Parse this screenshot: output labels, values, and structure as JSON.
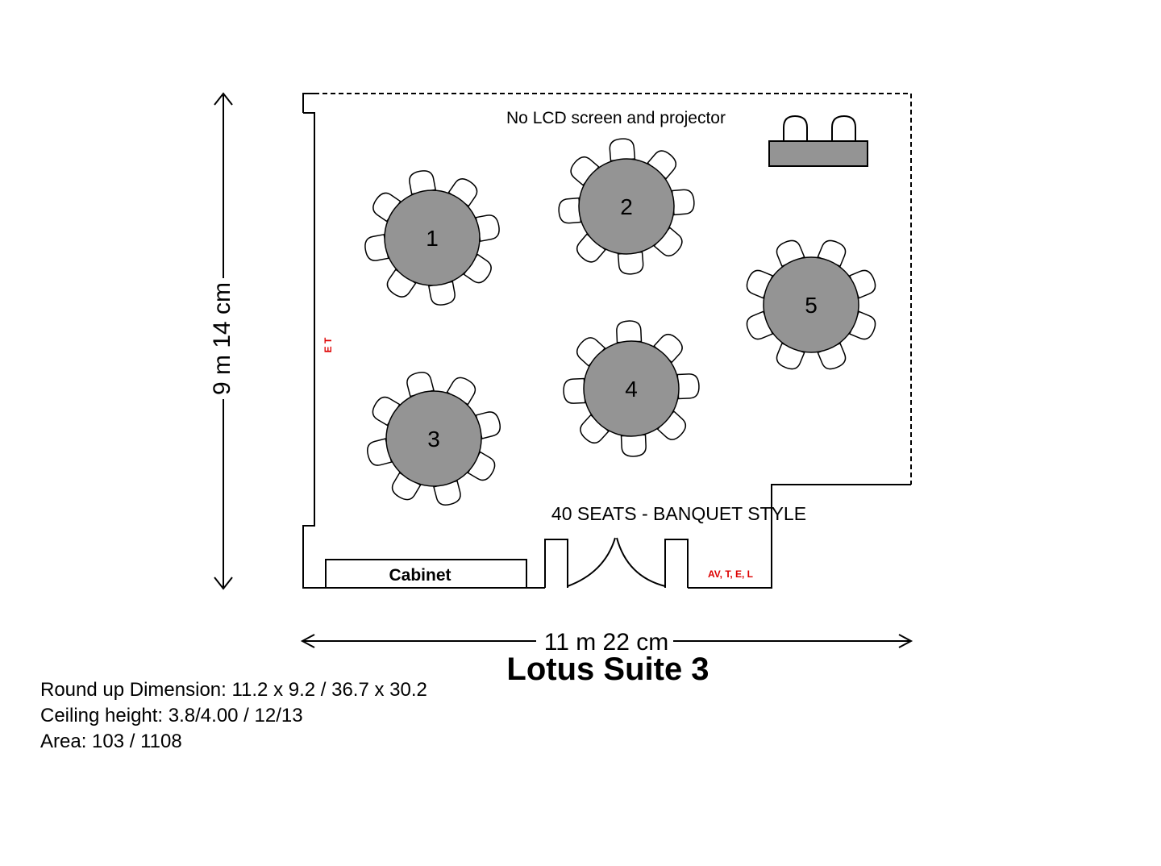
{
  "title": "Lotus Suite 3",
  "dimensions": {
    "height_label": "9 m 14 cm",
    "width_label": "11 m 22 cm"
  },
  "notes": {
    "top": "No LCD screen and projector",
    "capacity": "40 SEATS - BANQUET STYLE",
    "cabinet": "Cabinet",
    "outlets_left": "E T",
    "outlets_bottom": "AV, T, E, L"
  },
  "tables": [
    {
      "label": "1",
      "seats": 8
    },
    {
      "label": "2",
      "seats": 8
    },
    {
      "label": "3",
      "seats": 8
    },
    {
      "label": "4",
      "seats": 8
    },
    {
      "label": "5",
      "seats": 8
    }
  ],
  "room_info": {
    "dimension": "Round up Dimension: 11.2 x 9.2 / 36.7 x 30.2",
    "ceiling": "Ceiling height: 3.8/4.00 / 12/13",
    "area": "Area: 103 / 1108"
  },
  "colors": {
    "table_fill": "#949494",
    "outline": "#000000",
    "outlet_text": "#dd0000"
  }
}
